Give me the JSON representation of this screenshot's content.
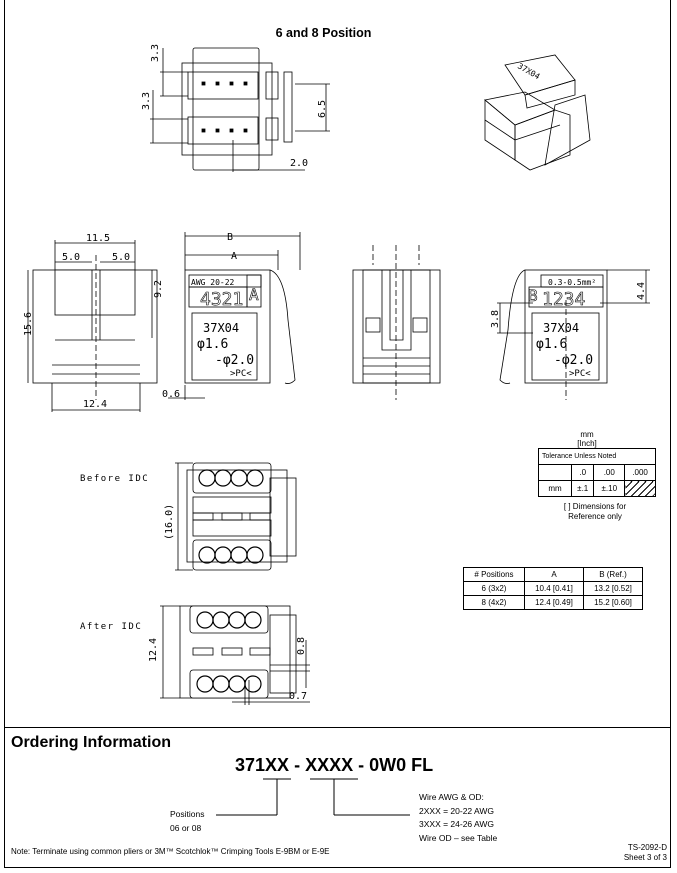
{
  "title": "6 and 8 Position",
  "top_view": {
    "dims": [
      "3.3",
      "3.3",
      "6.5",
      "2.0"
    ]
  },
  "side_view": {
    "dims": [
      "11.5",
      "5.0",
      "5.0",
      "9.2",
      "15.6",
      "12.4"
    ]
  },
  "front_view_a": {
    "dims": [
      "B",
      "A",
      "0.6"
    ],
    "label_awg": "AWG 20-22",
    "label_code": "4321",
    "label_letter": "A",
    "label_part": "37X04",
    "label_d1": "φ1.6",
    "label_d2": "-φ2.0",
    "label_pc": ">PC<"
  },
  "front_view_b": {
    "dims": [
      "4.4",
      "3.8"
    ],
    "label_mm": "0.3-0.5mm²",
    "label_letter": "B",
    "label_code": "1234",
    "label_part": "37X04",
    "label_d1": "φ1.6",
    "label_d2": "-φ2.0",
    "label_pc": ">PC<"
  },
  "before_idc": {
    "label": "Before IDC",
    "dims": [
      "(16.0)"
    ]
  },
  "after_idc": {
    "label": "After IDC",
    "dims": [
      "12.4",
      "0.8",
      "0.7"
    ]
  },
  "units": {
    "mm": "mm",
    "inch": "[Inch]"
  },
  "tolerance": {
    "header": "Tolerance Unless Noted",
    "cols": [
      "",
      ".0",
      ".00",
      ".000"
    ],
    "row": [
      "mm",
      "±.1",
      "±.10",
      ""
    ],
    "note_line1": "[ ] Dimensions for",
    "note_line2": "Reference only"
  },
  "positions_table": {
    "headers": [
      "# Positions",
      "A",
      "B (Ref.)"
    ],
    "rows": [
      [
        "6 (3x2)",
        "10.4 [0.41]",
        "13.2 [0.52]"
      ],
      [
        "8 (4x2)",
        "12.4 [0.49]",
        "15.2 [0.60]"
      ]
    ]
  },
  "ordering": {
    "title": "Ordering Information",
    "pn_prefix": "371",
    "pn_xx": "XX",
    "pn_sep1": " - ",
    "pn_xxxx": "XXXX",
    "pn_suffix": " - 0W0 FL",
    "positions_line1": "Positions",
    "positions_line2": "06 or 08",
    "wire_lines": [
      "Wire AWG & OD:",
      "2XXX = 20-22 AWG",
      "3XXX = 24-26 AWG",
      "Wire OD – see Table"
    ],
    "note": "Note:  Terminate using common pliers or 3M™ Scotchlok™ Crimping Tools E-9BM or E-9E",
    "doc_id": "TS-2092-D",
    "sheet": "Sheet 3 of 3"
  }
}
